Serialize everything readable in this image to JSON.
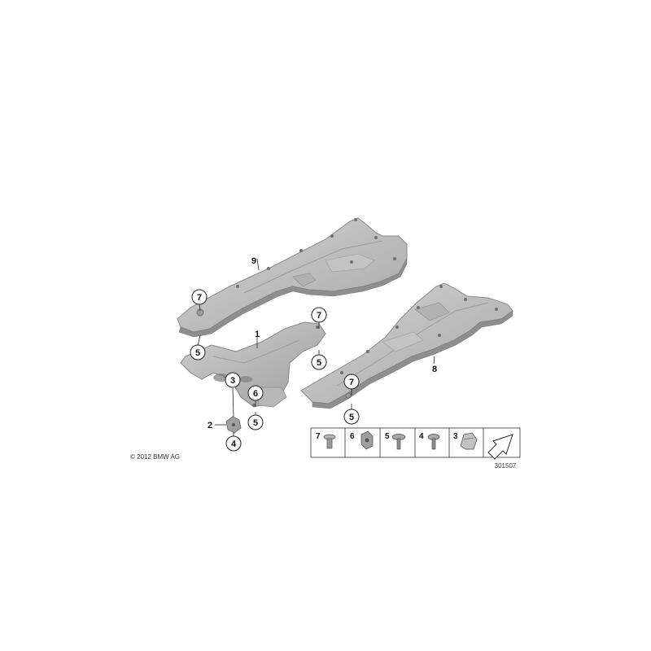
{
  "diagram": {
    "copyright": "© 2012 BMW AG",
    "image_number": "301507",
    "part_labels": {
      "part_1": "1",
      "part_2": "2",
      "part_3": "3",
      "part_4": "4",
      "part_5": "5",
      "part_6": "6",
      "part_7": "7",
      "part_8": "8",
      "part_9": "9"
    },
    "legend": [
      "7",
      "6",
      "5",
      "4",
      "3"
    ],
    "icons": [
      "underbody-panel-left",
      "underbody-panel-right",
      "engine-shield",
      "clip",
      "screw",
      "nut",
      "expanding-rivet",
      "direction-arrow"
    ]
  }
}
